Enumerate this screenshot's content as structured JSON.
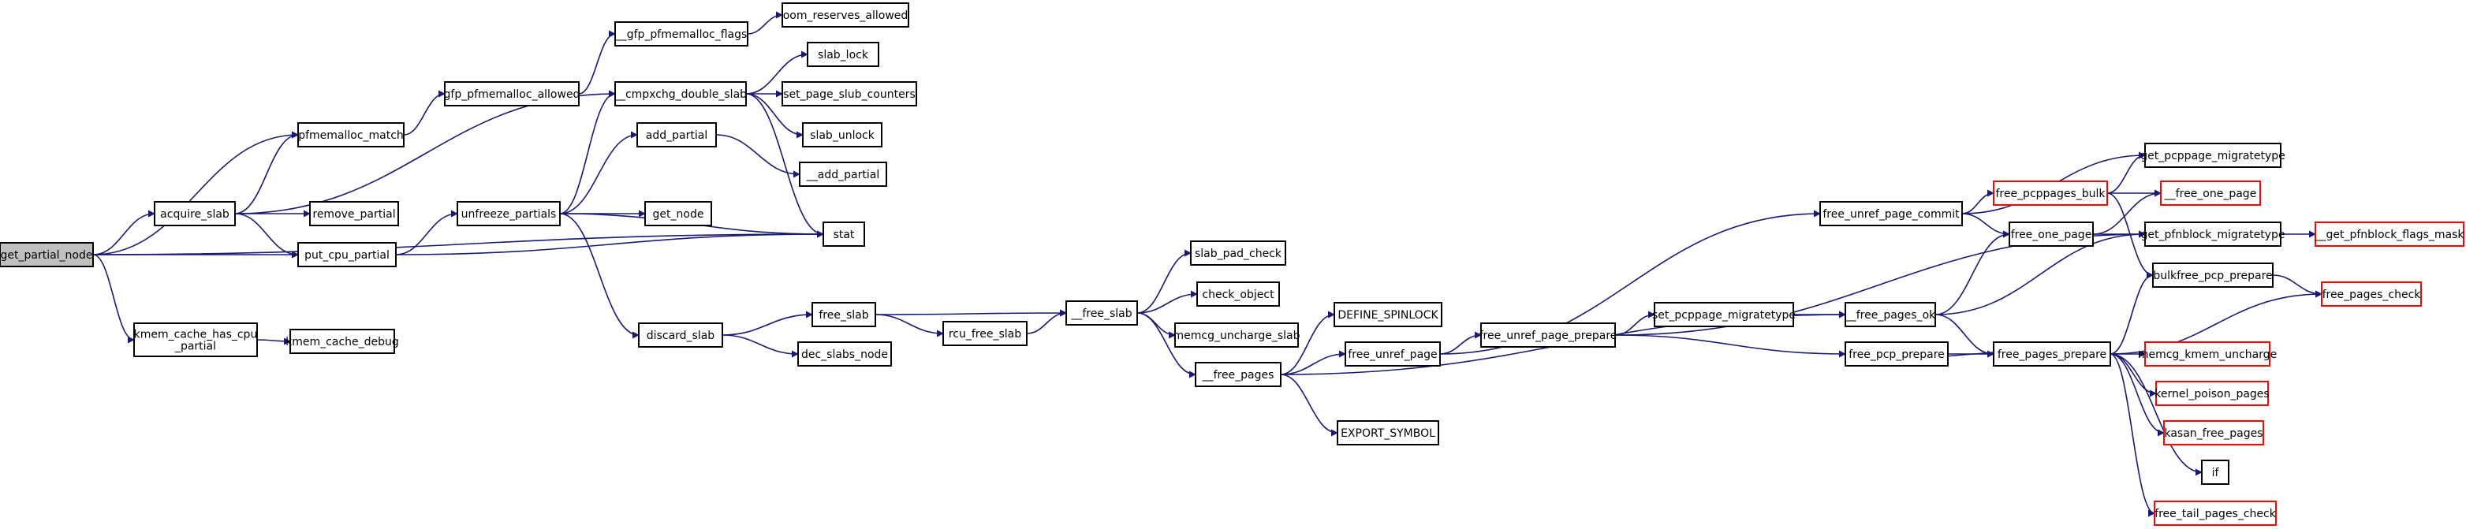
{
  "graph": {
    "colors": {
      "normal_border": "#000000",
      "truncated_border": "#ff0000",
      "root_fill": "#bfbfbf",
      "node_fill": "#ffffff",
      "edge": "#191970"
    },
    "nodes": [
      {
        "id": "get_partial_node",
        "lines": [
          "get_partial_node"
        ],
        "style": "root"
      },
      {
        "id": "acquire_slab",
        "lines": [
          "acquire_slab"
        ],
        "style": "normal"
      },
      {
        "id": "pfmemalloc_match",
        "lines": [
          "pfmemalloc_match"
        ],
        "style": "normal"
      },
      {
        "id": "put_cpu_partial",
        "lines": [
          "put_cpu_partial"
        ],
        "style": "normal"
      },
      {
        "id": "kmem_cache_has_cpu_partial",
        "lines": [
          "kmem_cache_has_cpu",
          "_partial"
        ],
        "style": "normal"
      },
      {
        "id": "kmem_cache_debug",
        "lines": [
          "kmem_cache_debug"
        ],
        "style": "normal"
      },
      {
        "id": "remove_partial",
        "lines": [
          "remove_partial"
        ],
        "style": "normal"
      },
      {
        "id": "gfp_pfmemalloc_allowed",
        "lines": [
          "gfp_pfmemalloc_allowed"
        ],
        "style": "normal"
      },
      {
        "id": "__gfp_pfmemalloc_flags",
        "lines": [
          "__gfp_pfmemalloc_flags"
        ],
        "style": "normal"
      },
      {
        "id": "oom_reserves_allowed",
        "lines": [
          "oom_reserves_allowed"
        ],
        "style": "normal"
      },
      {
        "id": "__cmpxchg_double_slab",
        "lines": [
          "__cmpxchg_double_slab"
        ],
        "style": "normal"
      },
      {
        "id": "slab_lock",
        "lines": [
          "slab_lock"
        ],
        "style": "normal"
      },
      {
        "id": "set_page_slub_counters",
        "lines": [
          "set_page_slub_counters"
        ],
        "style": "normal"
      },
      {
        "id": "slab_unlock",
        "lines": [
          "slab_unlock"
        ],
        "style": "normal"
      },
      {
        "id": "unfreeze_partials",
        "lines": [
          "unfreeze_partials"
        ],
        "style": "normal"
      },
      {
        "id": "add_partial",
        "lines": [
          "add_partial"
        ],
        "style": "normal"
      },
      {
        "id": "__add_partial",
        "lines": [
          "__add_partial"
        ],
        "style": "normal"
      },
      {
        "id": "get_node",
        "lines": [
          "get_node"
        ],
        "style": "normal"
      },
      {
        "id": "stat",
        "lines": [
          "stat"
        ],
        "style": "normal"
      },
      {
        "id": "discard_slab",
        "lines": [
          "discard_slab"
        ],
        "style": "normal"
      },
      {
        "id": "dec_slabs_node",
        "lines": [
          "dec_slabs_node"
        ],
        "style": "normal"
      },
      {
        "id": "free_slab",
        "lines": [
          "free_slab"
        ],
        "style": "normal"
      },
      {
        "id": "rcu_free_slab",
        "lines": [
          "rcu_free_slab"
        ],
        "style": "normal"
      },
      {
        "id": "__free_slab",
        "lines": [
          "__free_slab"
        ],
        "style": "normal"
      },
      {
        "id": "slab_pad_check",
        "lines": [
          "slab_pad_check"
        ],
        "style": "normal"
      },
      {
        "id": "check_object",
        "lines": [
          "check_object"
        ],
        "style": "normal"
      },
      {
        "id": "memcg_uncharge_slab",
        "lines": [
          "memcg_uncharge_slab"
        ],
        "style": "normal"
      },
      {
        "id": "__free_pages",
        "lines": [
          "__free_pages"
        ],
        "style": "normal"
      },
      {
        "id": "DEFINE_SPINLOCK",
        "lines": [
          "DEFINE_SPINLOCK"
        ],
        "style": "normal"
      },
      {
        "id": "EXPORT_SYMBOL",
        "lines": [
          "EXPORT_SYMBOL"
        ],
        "style": "normal"
      },
      {
        "id": "free_unref_page",
        "lines": [
          "free_unref_page"
        ],
        "style": "normal"
      },
      {
        "id": "free_unref_page_prepare",
        "lines": [
          "free_unref_page_prepare"
        ],
        "style": "normal"
      },
      {
        "id": "free_unref_page_commit",
        "lines": [
          "free_unref_page_commit"
        ],
        "style": "normal"
      },
      {
        "id": "set_pcppage_migratetype",
        "lines": [
          "set_pcppage_migratetype"
        ],
        "style": "normal"
      },
      {
        "id": "__free_pages_ok",
        "lines": [
          "__free_pages_ok"
        ],
        "style": "normal"
      },
      {
        "id": "free_pcp_prepare",
        "lines": [
          "free_pcp_prepare"
        ],
        "style": "normal"
      },
      {
        "id": "free_pcppages_bulk",
        "lines": [
          "free_pcppages_bulk"
        ],
        "style": "truncated"
      },
      {
        "id": "free_one_page",
        "lines": [
          "free_one_page"
        ],
        "style": "normal"
      },
      {
        "id": "free_pages_prepare",
        "lines": [
          "free_pages_prepare"
        ],
        "style": "normal"
      },
      {
        "id": "get_pcppage_migratetype",
        "lines": [
          "get_pcppage_migratetype"
        ],
        "style": "normal"
      },
      {
        "id": "__free_one_page",
        "lines": [
          "__free_one_page"
        ],
        "style": "truncated"
      },
      {
        "id": "get_pfnblock_migratetype",
        "lines": [
          "get_pfnblock_migratetype"
        ],
        "style": "normal"
      },
      {
        "id": "__get_pfnblock_flags_mask",
        "lines": [
          "__get_pfnblock_flags_mask"
        ],
        "style": "truncated"
      },
      {
        "id": "bulkfree_pcp_prepare",
        "lines": [
          "bulkfree_pcp_prepare"
        ],
        "style": "normal"
      },
      {
        "id": "free_pages_check",
        "lines": [
          "free_pages_check"
        ],
        "style": "truncated"
      },
      {
        "id": "memcg_kmem_uncharge",
        "lines": [
          "memcg_kmem_uncharge"
        ],
        "style": "truncated"
      },
      {
        "id": "kernel_poison_pages",
        "lines": [
          "kernel_poison_pages"
        ],
        "style": "truncated"
      },
      {
        "id": "kasan_free_pages",
        "lines": [
          "kasan_free_pages"
        ],
        "style": "truncated"
      },
      {
        "id": "if",
        "lines": [
          "if"
        ],
        "style": "normal"
      },
      {
        "id": "free_tail_pages_check",
        "lines": [
          "free_tail_pages_check"
        ],
        "style": "truncated"
      }
    ],
    "edges": [
      [
        "get_partial_node",
        "acquire_slab"
      ],
      [
        "get_partial_node",
        "pfmemalloc_match"
      ],
      [
        "get_partial_node",
        "put_cpu_partial"
      ],
      [
        "get_partial_node",
        "kmem_cache_has_cpu_partial"
      ],
      [
        "get_partial_node",
        "stat"
      ],
      [
        "acquire_slab",
        "pfmemalloc_match"
      ],
      [
        "acquire_slab",
        "remove_partial"
      ],
      [
        "acquire_slab",
        "put_cpu_partial"
      ],
      [
        "acquire_slab",
        "__cmpxchg_double_slab"
      ],
      [
        "pfmemalloc_match",
        "gfp_pfmemalloc_allowed"
      ],
      [
        "gfp_pfmemalloc_allowed",
        "__gfp_pfmemalloc_flags"
      ],
      [
        "__gfp_pfmemalloc_flags",
        "oom_reserves_allowed"
      ],
      [
        "__cmpxchg_double_slab",
        "slab_lock"
      ],
      [
        "__cmpxchg_double_slab",
        "set_page_slub_counters"
      ],
      [
        "__cmpxchg_double_slab",
        "slab_unlock"
      ],
      [
        "__cmpxchg_double_slab",
        "stat"
      ],
      [
        "put_cpu_partial",
        "unfreeze_partials"
      ],
      [
        "put_cpu_partial",
        "stat"
      ],
      [
        "unfreeze_partials",
        "__cmpxchg_double_slab"
      ],
      [
        "unfreeze_partials",
        "add_partial"
      ],
      [
        "unfreeze_partials",
        "get_node"
      ],
      [
        "unfreeze_partials",
        "stat"
      ],
      [
        "unfreeze_partials",
        "discard_slab"
      ],
      [
        "add_partial",
        "__add_partial"
      ],
      [
        "kmem_cache_has_cpu_partial",
        "kmem_cache_debug"
      ],
      [
        "discard_slab",
        "free_slab"
      ],
      [
        "discard_slab",
        "dec_slabs_node"
      ],
      [
        "free_slab",
        "rcu_free_slab"
      ],
      [
        "free_slab",
        "__free_slab"
      ],
      [
        "rcu_free_slab",
        "__free_slab"
      ],
      [
        "__free_slab",
        "slab_pad_check"
      ],
      [
        "__free_slab",
        "check_object"
      ],
      [
        "__free_slab",
        "memcg_uncharge_slab"
      ],
      [
        "__free_slab",
        "__free_pages"
      ],
      [
        "__free_pages",
        "DEFINE_SPINLOCK"
      ],
      [
        "__free_pages",
        "free_unref_page"
      ],
      [
        "__free_pages",
        "EXPORT_SYMBOL"
      ],
      [
        "__free_pages",
        "__free_pages_ok"
      ],
      [
        "free_unref_page",
        "free_unref_page_prepare"
      ],
      [
        "free_unref_page",
        "free_unref_page_commit"
      ],
      [
        "free_unref_page_prepare",
        "set_pcppage_migratetype"
      ],
      [
        "free_unref_page_prepare",
        "free_pcp_prepare"
      ],
      [
        "free_unref_page_prepare",
        "get_pfnblock_migratetype"
      ],
      [
        "set_pcppage_migratetype",
        "__free_pages_ok"
      ],
      [
        "free_unref_page_commit",
        "free_pcppages_bulk"
      ],
      [
        "free_unref_page_commit",
        "free_one_page"
      ],
      [
        "free_unref_page_commit",
        "get_pcppage_migratetype"
      ],
      [
        "__free_pages_ok",
        "free_one_page"
      ],
      [
        "__free_pages_ok",
        "get_pfnblock_migratetype"
      ],
      [
        "__free_pages_ok",
        "free_pages_prepare"
      ],
      [
        "free_pcp_prepare",
        "free_pages_prepare"
      ],
      [
        "free_pages_prepare",
        "free_pcp_prepare"
      ],
      [
        "free_pcppages_bulk",
        "get_pcppage_migratetype"
      ],
      [
        "free_pcppages_bulk",
        "__free_one_page"
      ],
      [
        "free_pcppages_bulk",
        "bulkfree_pcp_prepare"
      ],
      [
        "free_one_page",
        "__free_one_page"
      ],
      [
        "free_one_page",
        "get_pfnblock_migratetype"
      ],
      [
        "get_pfnblock_migratetype",
        "__get_pfnblock_flags_mask"
      ],
      [
        "bulkfree_pcp_prepare",
        "free_pages_check"
      ],
      [
        "free_pages_prepare",
        "bulkfree_pcp_prepare"
      ],
      [
        "free_pages_prepare",
        "free_pages_check"
      ],
      [
        "free_pages_prepare",
        "memcg_kmem_uncharge"
      ],
      [
        "free_pages_prepare",
        "kernel_poison_pages"
      ],
      [
        "free_pages_prepare",
        "kasan_free_pages"
      ],
      [
        "free_pages_prepare",
        "if"
      ],
      [
        "free_pages_prepare",
        "free_tail_pages_check"
      ]
    ]
  }
}
